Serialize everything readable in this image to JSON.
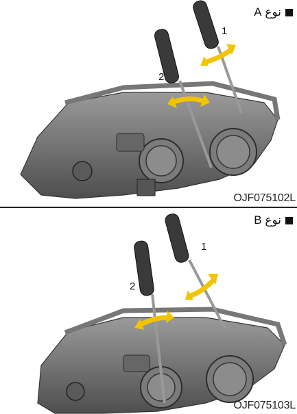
{
  "panels": [
    {
      "label": "نوع A",
      "code": "OJF075102L",
      "steps": [
        "1",
        "2"
      ]
    },
    {
      "label": "نوع B",
      "code": "OJF075103L",
      "steps": [
        "1",
        "2"
      ]
    }
  ],
  "colors": {
    "background": "#ffffff",
    "headlamp": "#6f6f6f",
    "arrow": "#f2c400",
    "text": "#111111"
  }
}
